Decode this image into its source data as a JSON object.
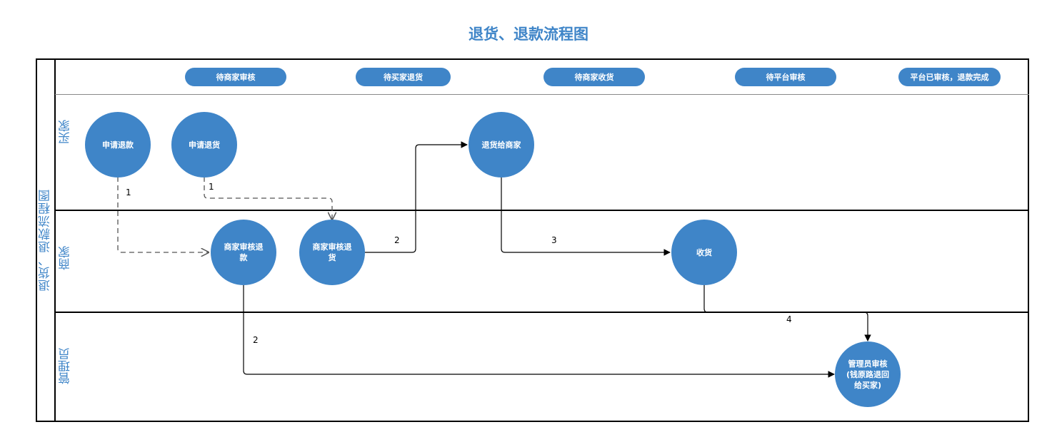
{
  "title": "退货、退款流程图",
  "pool_label": "退货、退款流程图",
  "lanes": {
    "buyer": "买家",
    "merchant": "商家",
    "admin": "管理员"
  },
  "states": {
    "s1": "待商家审核",
    "s2": "待买家退货",
    "s3": "待商家收货",
    "s4": "待平台审核",
    "s5": "平台已审核，退款完成"
  },
  "nodes": {
    "apply_refund": "申请退款",
    "apply_return": "申请退货",
    "return_to_merchant": "退货给商家",
    "merchant_review_refund": "商家审核退\n款",
    "merchant_review_return": "商家审核退\n货",
    "receive": "收货",
    "admin_review": "管理员审核\n(钱原路退回\n给买家)"
  },
  "edge_labels": {
    "e1": "1",
    "e2": "1",
    "e3": "2",
    "e4": "3",
    "e5": "4",
    "e6": "2"
  },
  "colors": {
    "accent": "#3f85c8",
    "line": "#000000",
    "dashed": "#555555"
  }
}
